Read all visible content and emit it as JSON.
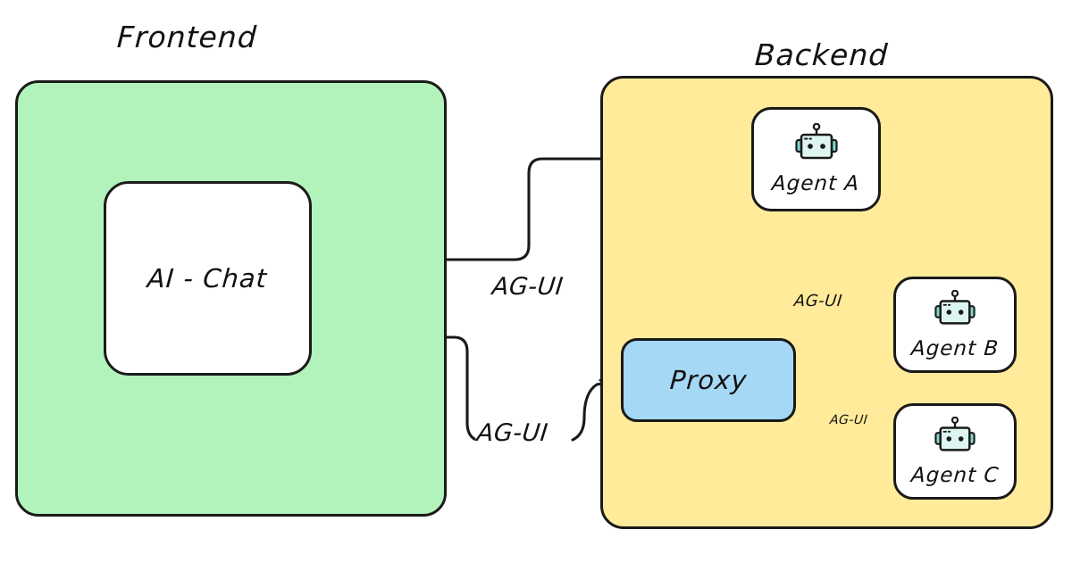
{
  "diagram": {
    "title_hidden": "",
    "background": "#ffffff",
    "colors": {
      "frontend_fill": "#b2f2bb",
      "backend_fill": "#ffeb99",
      "proxy_fill": "#a5d8f5",
      "node_fill": "#ffffff",
      "stroke": "#1a1a1a",
      "robot_head_fill": "#ddf5f0",
      "robot_ear_fill": "#7fd8d0"
    },
    "groups": [
      {
        "id": "frontend",
        "title": "Frontend"
      },
      {
        "id": "backend",
        "title": "Backend"
      }
    ],
    "nodes": [
      {
        "id": "ai-chat",
        "label": "AI - Chat",
        "icon": null,
        "group": "frontend"
      },
      {
        "id": "agent-a",
        "label": "Agent A",
        "icon": "robot-icon",
        "group": "backend"
      },
      {
        "id": "proxy",
        "label": "Proxy",
        "icon": null,
        "group": "backend"
      },
      {
        "id": "agent-b",
        "label": "Agent B",
        "icon": "robot-icon",
        "group": "backend"
      },
      {
        "id": "agent-c",
        "label": "Agent C",
        "icon": "robot-icon",
        "group": "backend"
      }
    ],
    "edges": [
      {
        "id": "chat-to-agent-a",
        "from": "ai-chat",
        "to": "agent-a",
        "label": "AG-UI",
        "arrow": true
      },
      {
        "id": "chat-to-proxy",
        "from": "ai-chat",
        "to": "proxy",
        "label": "AG-UI",
        "arrow": true
      },
      {
        "id": "proxy-to-agent-b",
        "from": "proxy",
        "to": "agent-b",
        "label": "AG-UI",
        "arrow": true
      },
      {
        "id": "proxy-to-agent-c",
        "from": "proxy",
        "to": "agent-c",
        "label": "AG-UI",
        "arrow": true
      }
    ]
  }
}
